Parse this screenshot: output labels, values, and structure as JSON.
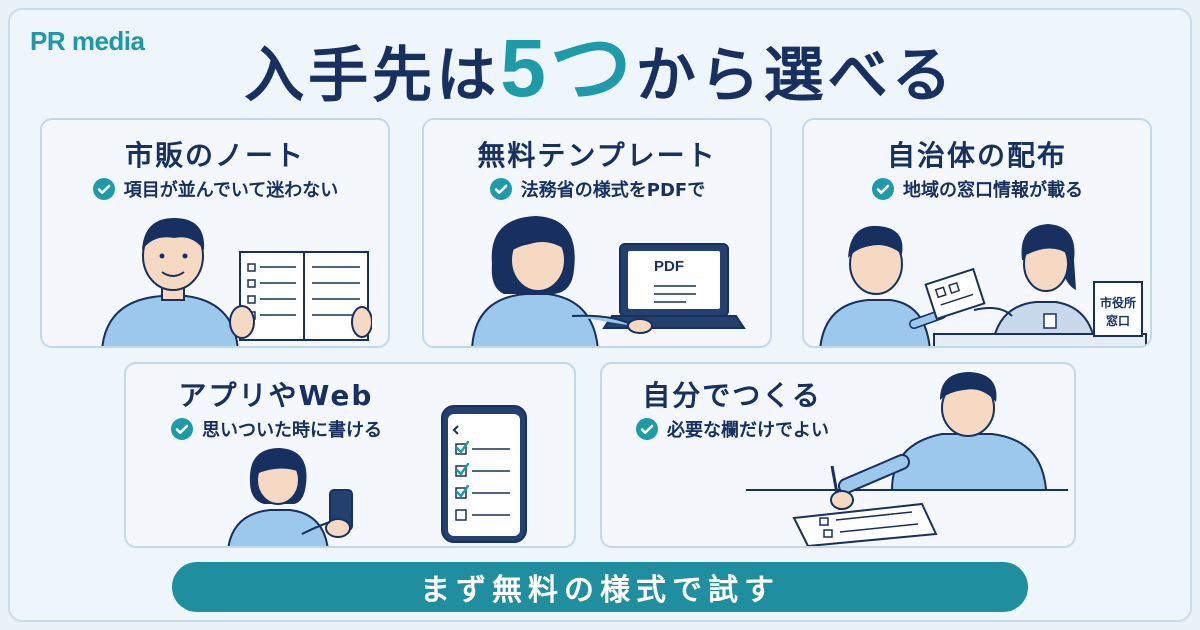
{
  "brand": {
    "logo": "PR media"
  },
  "headline": {
    "before": "入手先は",
    "accent": "5つ",
    "after": "から選べる"
  },
  "cards": [
    {
      "title": "市販のノート",
      "point": "項目が並んでいて迷わない"
    },
    {
      "title": "無料テンプレート",
      "point": "法務省の様式をPDFで",
      "screen_label": "PDF"
    },
    {
      "title": "自治体の配布",
      "point": "地域の窓口情報が載る",
      "desk_sign": [
        "市役所",
        "窓口"
      ]
    },
    {
      "title": "アプリやWeb",
      "point": "思いついた時に書ける"
    },
    {
      "title": "自分でつくる",
      "point": "必要な欄だけでよい"
    }
  ],
  "cta": {
    "label": "まず無料の様式で試す"
  },
  "colors": {
    "accent": "#1e9aa9",
    "navy": "#17305f",
    "skin": "#f6d9c2",
    "shirt": "#9cc8ec",
    "cta": "#1f8f9f"
  }
}
